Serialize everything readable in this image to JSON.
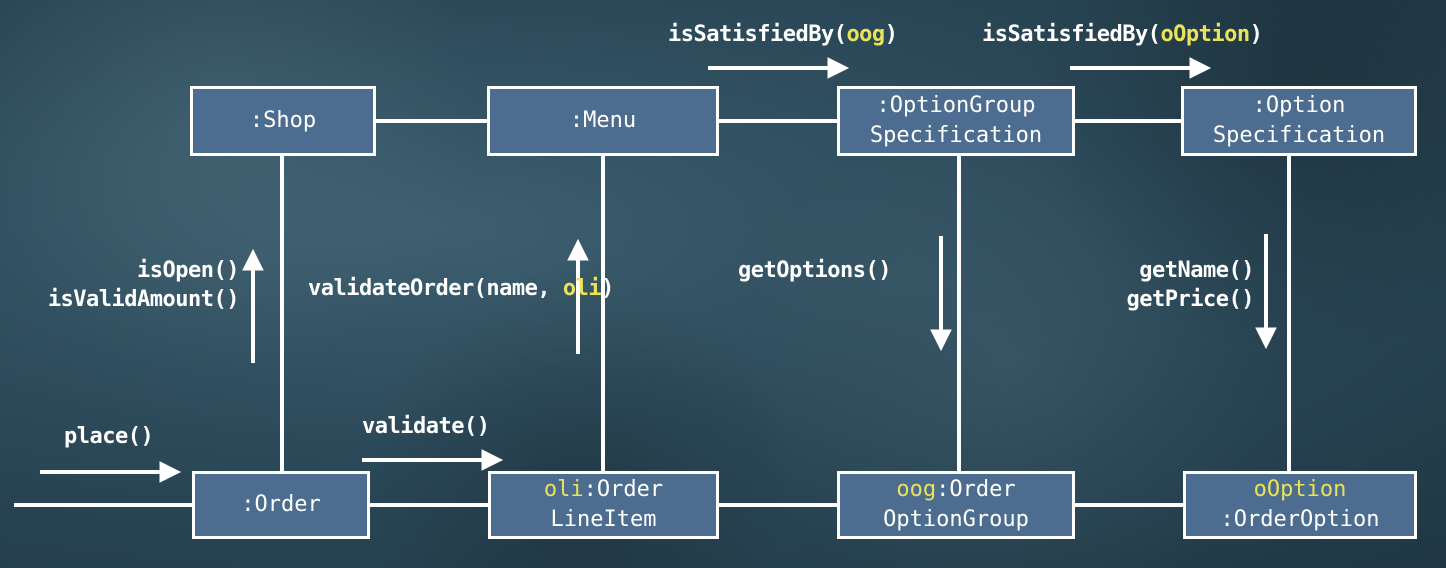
{
  "colors": {
    "box_fill": "#4c6d8f",
    "line": "#ffffff",
    "highlight": "#e9e25a"
  },
  "objects": {
    "shop": {
      "line1": ":Shop"
    },
    "menu": {
      "line1": ":Menu"
    },
    "option_group_spec": {
      "line1": ":OptionGroup",
      "line2": "Specification"
    },
    "option_spec": {
      "line1": ":Option",
      "line2": "Specification"
    },
    "order": {
      "line1": ":Order"
    },
    "order_line_item": {
      "name": "oli",
      "line1_rest": ":Order",
      "line2": "LineItem"
    },
    "order_option_group": {
      "name": "oog",
      "line1_rest": ":Order",
      "line2": "OptionGroup"
    },
    "order_option": {
      "name": "oOption",
      "line2": ":OrderOption"
    }
  },
  "messages": {
    "satisfied_oog": {
      "prefix": "isSatisfiedBy(",
      "arg": "oog",
      "suffix": ")"
    },
    "satisfied_option": {
      "prefix": "isSatisfiedBy(",
      "arg": "oOption",
      "suffix": ")"
    },
    "is_open": "isOpen()",
    "is_valid_amount": "isValidAmount()",
    "validate_order": {
      "prefix": "validateOrder(name, ",
      "arg": "oli",
      "suffix": ")"
    },
    "get_options": "getOptions()",
    "get_name": "getName()",
    "get_price": "getPrice()",
    "place": "place()",
    "validate": "validate()"
  }
}
